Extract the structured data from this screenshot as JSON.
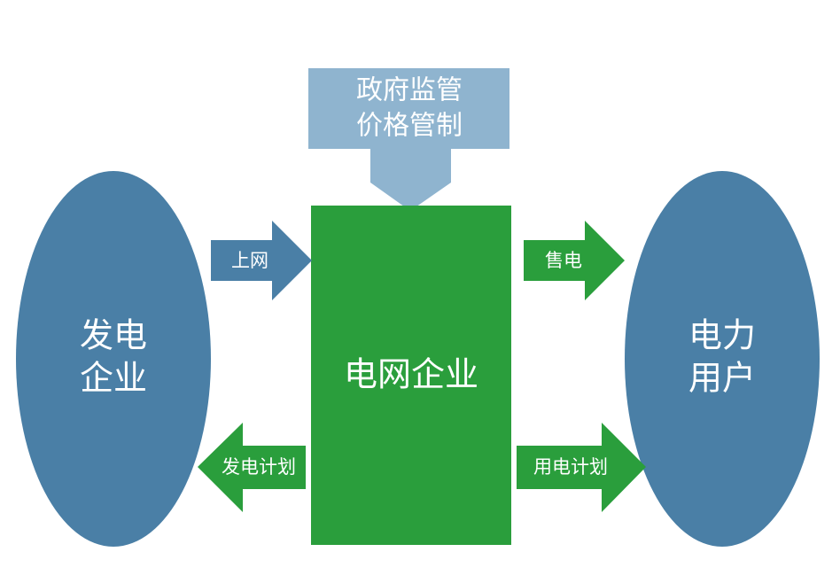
{
  "diagram": {
    "regulator": {
      "line1": "政府监管",
      "line2": "价格管制"
    },
    "generator": {
      "line1": "发电",
      "line2": "企业"
    },
    "grid": {
      "label": "电网企业"
    },
    "consumer": {
      "line1": "电力",
      "line2": "用户"
    },
    "arrows": {
      "feed_in": "上网",
      "sell": "售电",
      "generation_plan": "发电计划",
      "consumption_plan": "用电计划"
    }
  },
  "colors": {
    "ellipse": "#4a7fa6",
    "grid_box": "#2a9e3c",
    "regulator": "#8fb4cf",
    "arrow_blue": "#4a7fa6",
    "arrow_green": "#2a9e3c",
    "text": "#ffffff"
  }
}
